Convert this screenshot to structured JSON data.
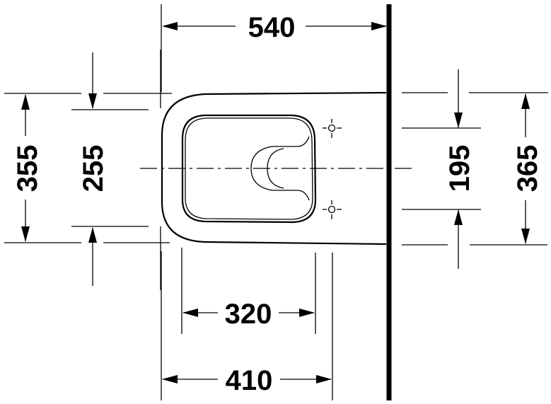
{
  "drawing": {
    "type": "technical dimension drawing",
    "subject": "wall-hung toilet, top view",
    "units": "mm",
    "colors": {
      "line": "#000000",
      "background": "#ffffff"
    }
  },
  "dimensions": {
    "overall_length": {
      "label": "540",
      "position": "top"
    },
    "outer_width_left": {
      "label": "355",
      "position": "left-outer"
    },
    "inner_width_left": {
      "label": "255",
      "position": "left-inner"
    },
    "fixing_hole_spacing": {
      "label": "195",
      "position": "right-inner"
    },
    "outer_width_right": {
      "label": "365",
      "position": "right-outer"
    },
    "fixing_to_rim": {
      "label": "320",
      "position": "bottom-upper"
    },
    "fixing_to_front": {
      "label": "410",
      "position": "bottom-lower"
    }
  }
}
